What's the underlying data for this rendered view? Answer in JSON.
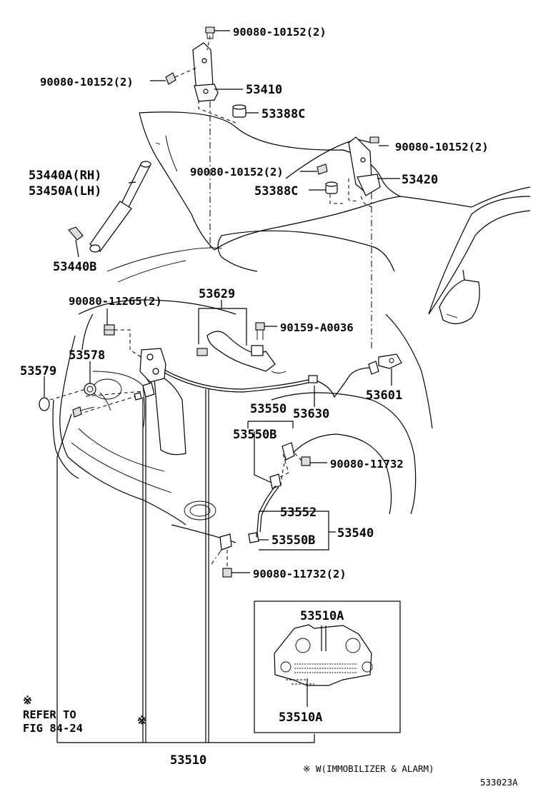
{
  "labels": {
    "p53410": "53410",
    "p53388c_top": "53388C",
    "bolt_top": "90080-10152(2)",
    "bolt_left": "90080-10152(2)",
    "bolt_right_top": "90080-10152(2)",
    "bolt_right_mid": "90080-10152(2)",
    "p53420": "53420",
    "p53388c_right": "53388C",
    "p53440a": "53440A(RH)",
    "p53450a": "53450A(LH)",
    "p53440b": "53440B",
    "bolt_11265": "90080-11265(2)",
    "p53629": "53629",
    "bolt_a0036": "90159-A0036",
    "p53578": "53578",
    "p53579": "53579",
    "p53601": "53601",
    "p53630": "53630",
    "p53550": "53550",
    "p53550b_top": "53550B",
    "bolt_11732": "90080-11732",
    "p53552": "53552",
    "p53540": "53540",
    "p53550b_bot": "53550B",
    "bolt_11732_2": "90080-11732(2)",
    "p53510a_top": "53510A",
    "p53510a_bot": "53510A",
    "refer_mark": "※",
    "refer_line1": "REFER TO",
    "refer_line2": "FIG 84-24",
    "mark_mid": "※",
    "p53510": "53510",
    "footnote": "※ W(IMMOBILIZER & ALARM)",
    "diagram_code": "533023A"
  }
}
